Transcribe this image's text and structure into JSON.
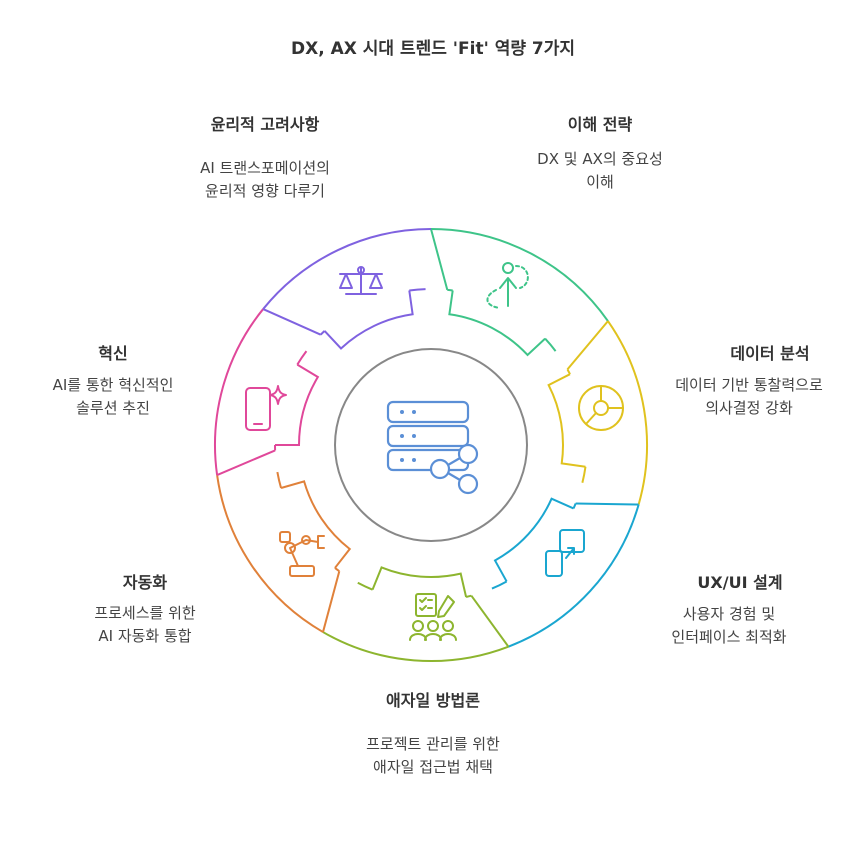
{
  "title": "DX, AX 시대 트렌드 'Fit' 역량 7가지",
  "items": [
    {
      "key": "understanding",
      "title": "이해 전략",
      "desc": [
        "DX 및 AX의 중요성",
        "이해"
      ],
      "color": "#3ec489",
      "icon": "compass-arrow-icon"
    },
    {
      "key": "data",
      "title": "데이터 분석",
      "desc": [
        "데이터 기반 통찰력으로",
        "의사결정 강화"
      ],
      "color": "#e0c21e",
      "icon": "pie-chart-icon"
    },
    {
      "key": "uxui",
      "title": "UX/UI 설계",
      "desc": [
        "사용자 경험 및",
        "인터페이스 최적화"
      ],
      "color": "#1aa6d0",
      "icon": "screen-swap-icon"
    },
    {
      "key": "agile",
      "title": "애자일 방법론",
      "desc": [
        "프로젝트 관리를 위한",
        "애자일 접근법 채택"
      ],
      "color": "#8db52f",
      "icon": "team-checklist-icon"
    },
    {
      "key": "automation",
      "title": "자동화",
      "desc": [
        "프로세스를 위한",
        "AI 자동화 통합"
      ],
      "color": "#e0813a",
      "icon": "robot-arm-icon"
    },
    {
      "key": "innovation",
      "title": "혁신",
      "desc": [
        "AI를 통한 혁신적인",
        "솔루션 추진"
      ],
      "color": "#e0489a",
      "icon": "tablet-sparkle-icon"
    },
    {
      "key": "ethics",
      "title": "윤리적 고려사항",
      "desc": [
        "AI 트랜스포메이션의",
        "윤리적 영향 다루기"
      ],
      "color": "#7f62e0",
      "icon": "balance-scale-icon"
    }
  ],
  "center_icon": "server-network-icon",
  "center_color": "#5b8fd6"
}
